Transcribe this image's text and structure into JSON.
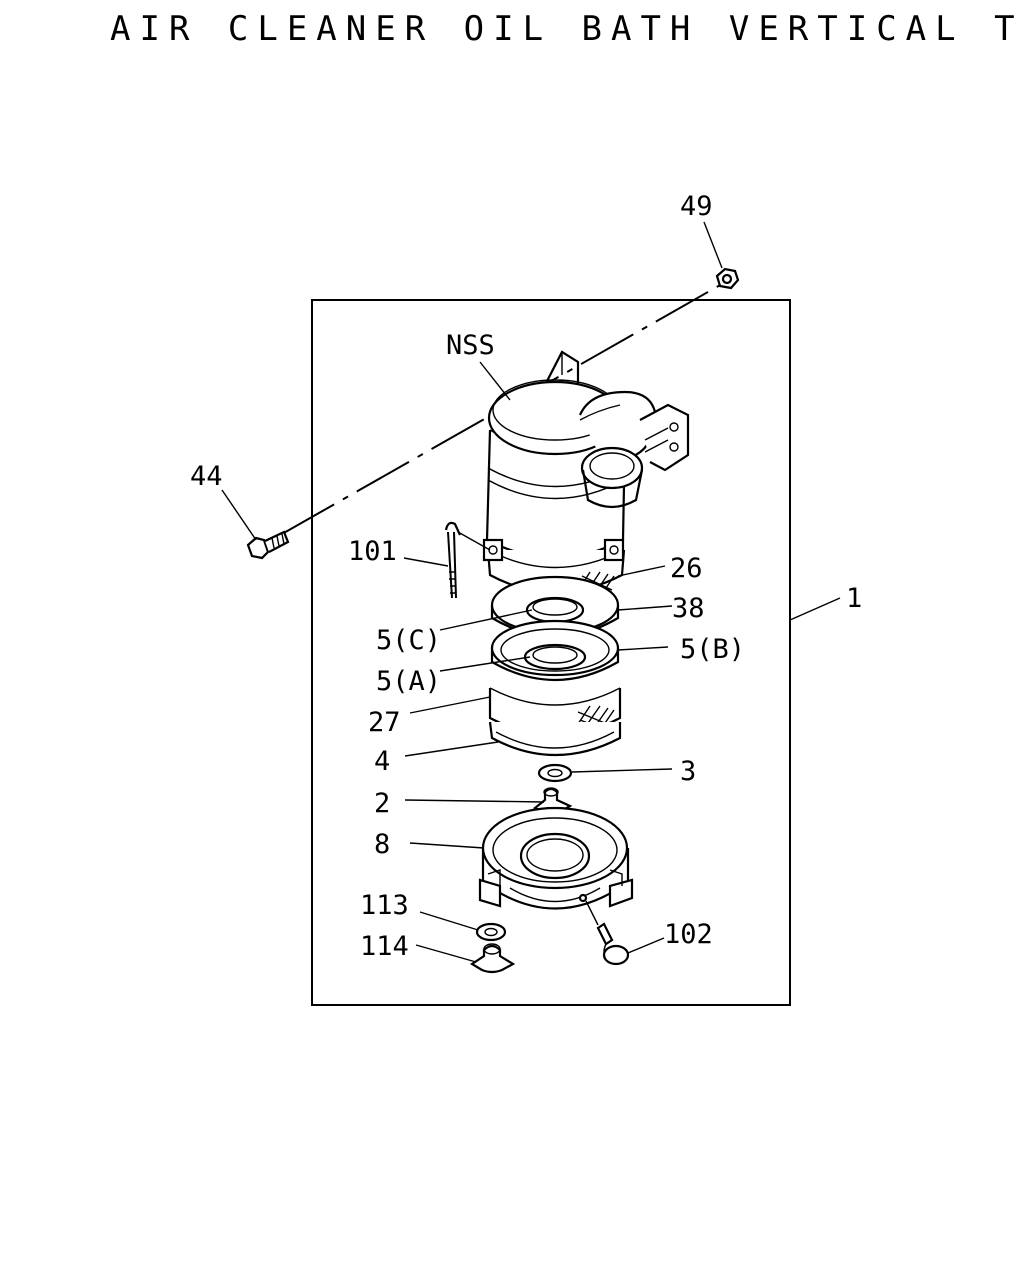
{
  "title": "AIR CLEANER OIL BATH VERTICAL TYPE",
  "labels": {
    "nss": "NSS",
    "p1": "1",
    "p2": "2",
    "p3": "3",
    "p4": "4",
    "p5a": "5(A)",
    "p5b": "5(B)",
    "p5c": "5(C)",
    "p8": "8",
    "p26": "26",
    "p27": "27",
    "p38": "38",
    "p44": "44",
    "p49": "49",
    "p101": "101",
    "p102": "102",
    "p113": "113",
    "p114": "114"
  },
  "colors": {
    "line": "#000000",
    "background": "#ffffff"
  }
}
